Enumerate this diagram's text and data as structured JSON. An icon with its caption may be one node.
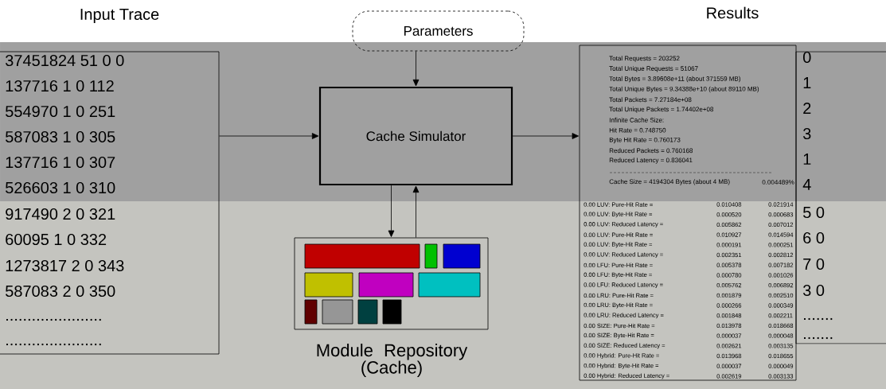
{
  "diagram": {
    "nodes": [
      {
        "text": [
          "Input Trace",
          "37451824 51 0 0",
          "137716 1 0 112",
          "554970 1 0 251",
          "587083 1 0 305",
          "137716 1 0 307",
          "526603 1 0 310",
          "917490 2 0 321",
          "60095 1 0 332",
          "1273817 2 0 343",
          "587083 2 0 350",
          "......................",
          "......................"
        ]
      },
      {
        "text": [
          "Parameters"
        ]
      },
      {
        "text": [
          "Cache Simulator"
        ]
      },
      {
        "text": [
          "Results",
          "Total Requests = 203252",
          "Total Unique Requests = 51067",
          "Total Bytes = 3.89608e+11 (about 371559 MB)",
          "Total Unique Bytes = 9.34388e+10 (about 89110 MB)",
          "Total Packets = 7.27184e+08",
          "Total Unique Packets = 1.74402e+08",
          "Infinite Cache Size:",
          "Hit Rate = 0.748750",
          "Byte Hit Rate = 0.760173",
          "Reduced Packets = 0.760168",
          "Reduced Latency = 0.836041",
          "Cache Size = 4194304 Bytes (about 4 MB)",
          "0.004489%",
          "0.00 LUV: Pure-Hit Rate =",
          "0.010408",
          "0.021914",
          "0.00 LUV: Byte-Hit Rate =",
          "0.000520",
          "0.000683",
          "0.00 LUV: Reduced Latency =",
          "0.005862",
          "0.007012",
          "0.00 LUV: Pure-Hit Rate =",
          "0.010927",
          "0.014594",
          "0.00 LUV: Byte-Hit Rate =",
          "0.000191",
          "0.000251",
          "0.00 LUV: Reduced Latency =",
          "0.002351",
          "0.002812",
          "0.00 LFU: Pure-Hit Rate =",
          "0.005378",
          "0.007182",
          "0.00 LFU: Byte-Hit Rate =",
          "0.000780",
          "0.001026",
          "0.00 LFU: Reduced Latency =",
          "0.005762",
          "0.006892",
          "0.00 LRU: Pure-Hit Rate =",
          "0.001879",
          "0.002510",
          "0.00 LRU: Byte-Hit Rate =",
          "0.000266",
          "0.000349",
          "0.00 LRU: Reduced Latency =",
          "0.001848",
          "0.002211",
          "0.00 SIZE: Pure-Hit Rate =",
          "0.013978",
          "0.018668",
          "0.00 SIZE: Byte-Hit Rate =",
          "0.000037",
          "0.000048",
          "0.00 SIZE: Reduced Latency =",
          "0.002621",
          "0.003135",
          "0.00 Hybrid: Pure-Hit Rate =",
          "0.013968",
          "0.018655",
          "0.00 Hybrid: Byte-Hit Rate =",
          "0.000037",
          "0.000049",
          "0.00 Hybrid: Reduced Latency =",
          "0.002619",
          "0.003133"
        ]
      },
      {
        "text": [
          "Module Repository (Cache)"
        ]
      },
      {
        "text": [
          "0",
          "1",
          "2",
          "3",
          "1",
          "4",
          "5 0",
          "6 0",
          "7 0",
          "3 0",
          ".......",
          "......."
        ]
      }
    ],
    "edges": [
      {
        "from": 0,
        "to": 2,
        "arrow": "to"
      },
      {
        "from": 1,
        "to": 2,
        "arrow": "to"
      },
      {
        "from": 2,
        "to": 3,
        "arrow": "to"
      },
      {
        "from": 2,
        "to": 4,
        "arrow": "to"
      },
      {
        "from": 4,
        "to": 2,
        "arrow": "to"
      }
    ]
  }
}
